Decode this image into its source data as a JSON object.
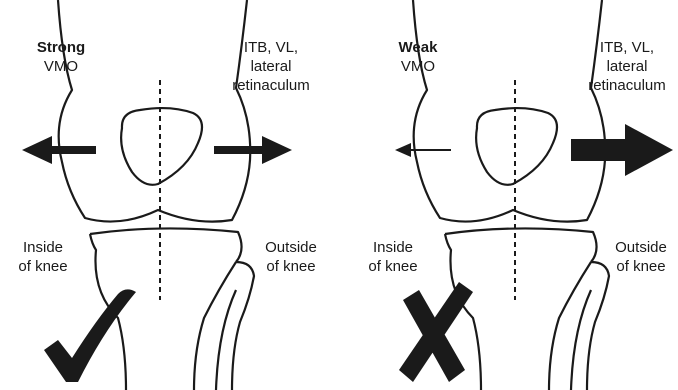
{
  "panels": [
    {
      "muscle_strength": "Strong",
      "muscle": "VMO",
      "lateral_structures": [
        "ITB, VL,",
        "lateral",
        "retinaculum"
      ],
      "inside_label": [
        "Inside",
        "of knee"
      ],
      "outside_label": [
        "Outside",
        "of knee"
      ],
      "verdict_icon": "check-mark-icon"
    },
    {
      "muscle_strength": "Weak",
      "muscle": "VMO",
      "lateral_structures": [
        "ITB, VL,",
        "lateral",
        "retinaculum"
      ],
      "inside_label": [
        "Inside",
        "of knee"
      ],
      "outside_label": [
        "Outside",
        "of knee"
      ],
      "verdict_icon": "cross-mark-icon"
    }
  ],
  "colors": {
    "ink": "#1a1a1a",
    "background": "#ffffff"
  }
}
